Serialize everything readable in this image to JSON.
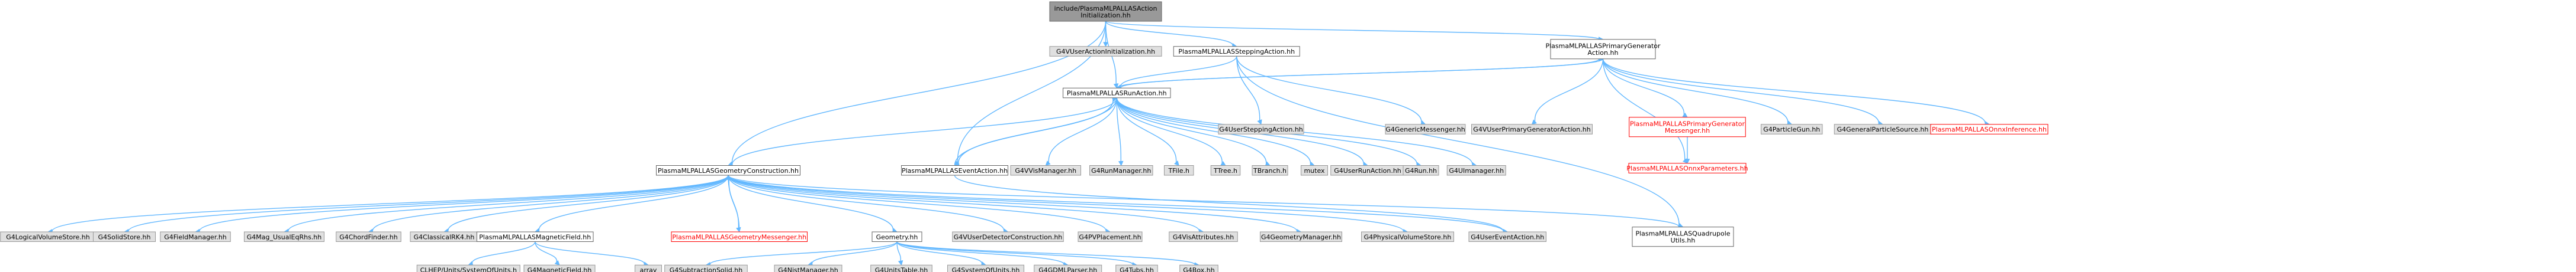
{
  "title": "include/PlasmaMLPALLASActionInitialization.hh",
  "nodes": {
    "root": {
      "lines": [
        "include/PlasmaMLPALLASAction",
        "Initialization.hh"
      ],
      "style": "focus"
    },
    "g4vuseractioninit": {
      "lines": [
        "G4VUserActionInitialization.hh"
      ],
      "style": "gray"
    },
    "steppingaction": {
      "lines": [
        "PlasmaMLPALLASSteppingAction.hh"
      ],
      "style": "white"
    },
    "primarygen": {
      "lines": [
        "PlasmaMLPALLASPrimaryGenerator",
        "Action.hh"
      ],
      "style": "white"
    },
    "runaction": {
      "lines": [
        "PlasmaMLPALLASRunAction.hh"
      ],
      "style": "white"
    },
    "g4usersteppingaction": {
      "lines": [
        "G4UserSteppingAction.hh"
      ],
      "style": "gray"
    },
    "g4genericmessenger": {
      "lines": [
        "G4GenericMessenger.hh"
      ],
      "style": "gray"
    },
    "g4vuserprimarygen": {
      "lines": [
        "G4VUserPrimaryGeneratorAction.hh"
      ],
      "style": "gray"
    },
    "primarygenmessenger": {
      "lines": [
        "PlasmaMLPALLASPrimaryGenerator",
        "Messenger.hh"
      ],
      "style": "red"
    },
    "g4particlegun": {
      "lines": [
        "G4ParticleGun.hh"
      ],
      "style": "gray"
    },
    "g4generalparticlesource": {
      "lines": [
        "G4GeneralParticleSource.hh"
      ],
      "style": "gray"
    },
    "onnxinference": {
      "lines": [
        "PlasmaMLPALLASOnnxInference.hh"
      ],
      "style": "red"
    },
    "onnxparameters": {
      "lines": [
        "PlasmaMLPALLASOnnxParameters.hh"
      ],
      "style": "red"
    },
    "geometryconstruction": {
      "lines": [
        "PlasmaMLPALLASGeometryConstruction.hh"
      ],
      "style": "white"
    },
    "eventaction": {
      "lines": [
        "PlasmaMLPALLASEventAction.hh"
      ],
      "style": "white"
    },
    "g4vvismanager": {
      "lines": [
        "G4VVisManager.hh"
      ],
      "style": "gray"
    },
    "g4runmanager": {
      "lines": [
        "G4RunManager.hh"
      ],
      "style": "gray"
    },
    "tfile": {
      "lines": [
        "TFile.h"
      ],
      "style": "gray"
    },
    "ttree": {
      "lines": [
        "TTree.h"
      ],
      "style": "gray"
    },
    "tbranch": {
      "lines": [
        "TBranch.h"
      ],
      "style": "gray"
    },
    "mutex": {
      "lines": [
        "mutex"
      ],
      "style": "gray"
    },
    "g4userrunaction": {
      "lines": [
        "G4UserRunAction.hh"
      ],
      "style": "gray"
    },
    "g4run": {
      "lines": [
        "G4Run.hh"
      ],
      "style": "gray"
    },
    "g4utmanager": {
      "lines": [
        "G4UImanager.hh"
      ],
      "style": "gray"
    },
    "g4logicalvolumestore": {
      "lines": [
        "G4LogicalVolumeStore.hh"
      ],
      "style": "gray"
    },
    "g4solidstore": {
      "lines": [
        "G4SolidStore.hh"
      ],
      "style": "gray"
    },
    "g4fieldmanager": {
      "lines": [
        "G4FieldManager.hh"
      ],
      "style": "gray"
    },
    "g4magusualeqrhs": {
      "lines": [
        "G4Mag_UsualEqRhs.hh"
      ],
      "style": "gray"
    },
    "g4chordfinder": {
      "lines": [
        "G4ChordFinder.hh"
      ],
      "style": "gray"
    },
    "g4classicalrk4": {
      "lines": [
        "G4ClassicalRK4.hh"
      ],
      "style": "gray"
    },
    "magneticfield": {
      "lines": [
        "PlasmaMLPALLASMagneticField.hh"
      ],
      "style": "white"
    },
    "geometrymessenger": {
      "lines": [
        "PlasmaMLPALLASGeometryMessenger.hh"
      ],
      "style": "red"
    },
    "geometryhh": {
      "lines": [
        "Geometry.hh"
      ],
      "style": "white"
    },
    "g4vuserdetector": {
      "lines": [
        "G4VUserDetectorConstruction.hh"
      ],
      "style": "gray"
    },
    "g4pvplacement": {
      "lines": [
        "G4PVPlacement.hh"
      ],
      "style": "gray"
    },
    "g4visattributes": {
      "lines": [
        "G4VisAttributes.hh"
      ],
      "style": "gray"
    },
    "g4geometrymanager": {
      "lines": [
        "G4GeometryManager.hh"
      ],
      "style": "gray"
    },
    "g4physicalvolumestore": {
      "lines": [
        "G4PhysicalVolumeStore.hh"
      ],
      "style": "gray"
    },
    "g4usereventaction": {
      "lines": [
        "G4UserEventAction.hh"
      ],
      "style": "gray"
    },
    "quadrupoleutils": {
      "lines": [
        "PlasmaMLPALLASQuadrupole",
        "Utils.hh"
      ],
      "style": "white"
    },
    "clhepunits": {
      "lines": [
        "CLHEP/Units/SystemOfUnits.h"
      ],
      "style": "gray"
    },
    "g4magneticfield": {
      "lines": [
        "G4MagneticField.hh"
      ],
      "style": "gray"
    },
    "array": {
      "lines": [
        "array"
      ],
      "style": "gray"
    },
    "g4subtractionsolid": {
      "lines": [
        "G4SubtractionSolid.hh"
      ],
      "style": "gray"
    },
    "g4nistmanager": {
      "lines": [
        "G4NistManager.hh"
      ],
      "style": "gray"
    },
    "g4unitstable": {
      "lines": [
        "G4UnitsTable.hh"
      ],
      "style": "gray"
    },
    "g4systemofunits": {
      "lines": [
        "G4SystemOfUnits.hh"
      ],
      "style": "gray"
    },
    "g4gdmlparser": {
      "lines": [
        "G4GDMLParser.hh"
      ],
      "style": "gray"
    },
    "g4tubs": {
      "lines": [
        "G4Tubs.hh"
      ],
      "style": "gray"
    },
    "g4box": {
      "lines": [
        "G4Box.hh"
      ],
      "style": "gray"
    }
  },
  "edges": [
    [
      "root",
      "g4vuseractioninit"
    ],
    [
      "root",
      "steppingaction"
    ],
    [
      "root",
      "primarygen"
    ],
    [
      "root",
      "runaction"
    ],
    [
      "root",
      "geometryconstruction"
    ],
    [
      "root",
      "eventaction"
    ],
    [
      "steppingaction",
      "runaction"
    ],
    [
      "steppingaction",
      "g4usersteppingaction"
    ],
    [
      "steppingaction",
      "g4genericmessenger"
    ],
    [
      "steppingaction",
      "quadrupoleutils"
    ],
    [
      "primarygen",
      "runaction"
    ],
    [
      "primarygen",
      "g4vuserprimarygen"
    ],
    [
      "primarygen",
      "primarygenmessenger"
    ],
    [
      "primarygen",
      "g4particlegun"
    ],
    [
      "primarygen",
      "g4generalparticlesource"
    ],
    [
      "primarygen",
      "onnxinference"
    ],
    [
      "primarygen",
      "onnxparameters"
    ],
    [
      "primarygenmessenger",
      "onnxparameters"
    ],
    [
      "runaction",
      "primarygen"
    ],
    [
      "runaction",
      "geometryconstruction"
    ],
    [
      "runaction",
      "eventaction"
    ],
    [
      "runaction",
      "g4vvismanager"
    ],
    [
      "runaction",
      "g4runmanager"
    ],
    [
      "runaction",
      "tfile"
    ],
    [
      "runaction",
      "ttree"
    ],
    [
      "runaction",
      "tbranch"
    ],
    [
      "runaction",
      "mutex"
    ],
    [
      "runaction",
      "g4userrunaction"
    ],
    [
      "runaction",
      "g4run"
    ],
    [
      "runaction",
      "g4utmanager"
    ],
    [
      "eventaction",
      "runaction"
    ],
    [
      "eventaction",
      "g4usereventaction"
    ],
    [
      "geometryconstruction",
      "g4logicalvolumestore"
    ],
    [
      "geometryconstruction",
      "g4solidstore"
    ],
    [
      "geometryconstruction",
      "g4fieldmanager"
    ],
    [
      "geometryconstruction",
      "g4magusualeqrhs"
    ],
    [
      "geometryconstruction",
      "g4chordfinder"
    ],
    [
      "geometryconstruction",
      "g4classicalrk4"
    ],
    [
      "geometryconstruction",
      "magneticfield"
    ],
    [
      "geometryconstruction",
      "geometrymessenger"
    ],
    [
      "geometryconstruction",
      "geometryhh"
    ],
    [
      "geometryconstruction",
      "g4vuserdetector"
    ],
    [
      "geometryconstruction",
      "g4pvplacement"
    ],
    [
      "geometryconstruction",
      "g4visattributes"
    ],
    [
      "geometryconstruction",
      "g4geometrymanager"
    ],
    [
      "geometryconstruction",
      "g4physicalvolumestore"
    ],
    [
      "geometryconstruction",
      "quadrupoleutils"
    ],
    [
      "geometryconstruction",
      "g4usereventaction"
    ],
    [
      "geometrymessenger",
      "geometryconstruction"
    ],
    [
      "magneticfield",
      "clhepunits"
    ],
    [
      "magneticfield",
      "g4magneticfield"
    ],
    [
      "magneticfield",
      "array"
    ],
    [
      "geometryhh",
      "g4subtractionsolid"
    ],
    [
      "geometryhh",
      "g4nistmanager"
    ],
    [
      "geometryhh",
      "g4unitstable"
    ],
    [
      "geometryhh",
      "g4systemofunits"
    ],
    [
      "geometryhh",
      "g4gdmlparser"
    ],
    [
      "geometryhh",
      "g4tubs"
    ],
    [
      "geometryhh",
      "g4box"
    ]
  ]
}
